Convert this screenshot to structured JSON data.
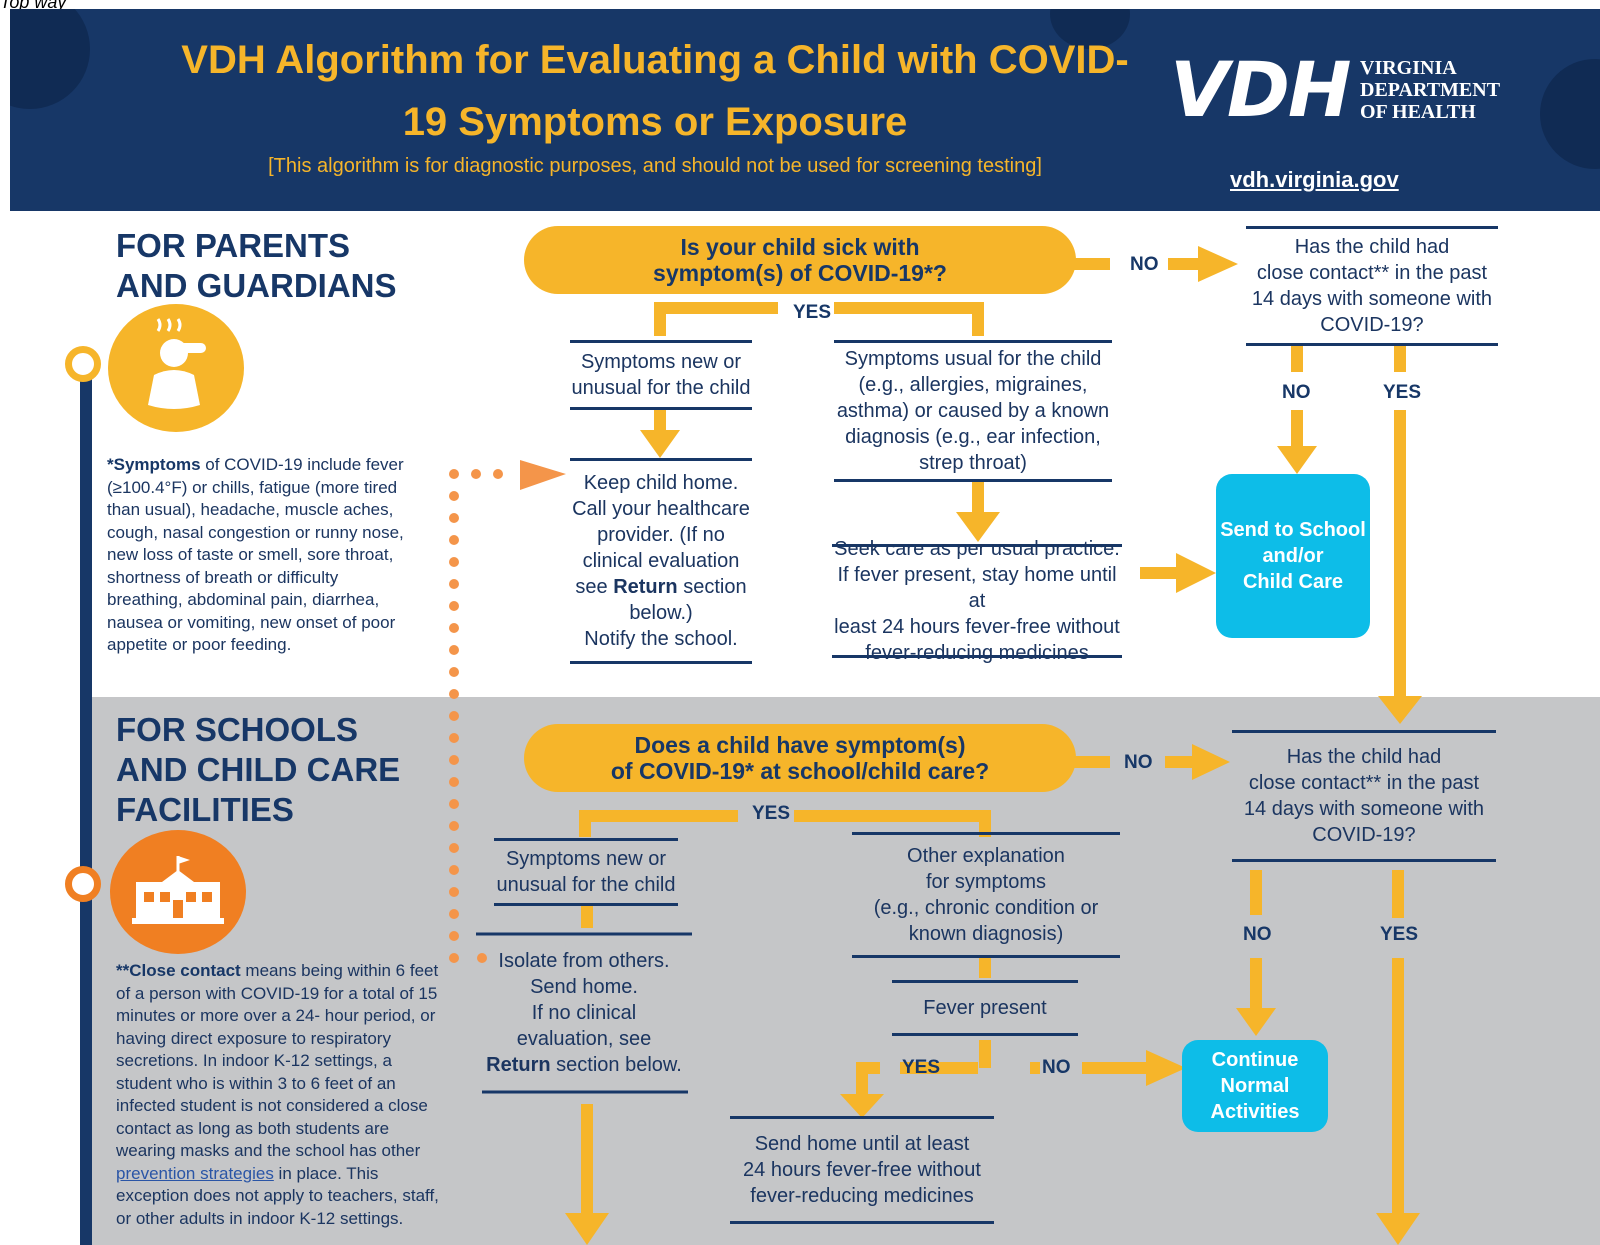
{
  "top_note": "Top way",
  "header": {
    "title": "VDH Algorithm for Evaluating a Child with COVID-19 Symptoms or Exposure",
    "subtitle": "[This algorithm is for diagnostic purposes, and should not be used for screening testing]",
    "logo_letters": "VDH",
    "logo_text": "VIRGINIA\nDEPARTMENT\nOF HEALTH",
    "url": "vdh.virginia.gov"
  },
  "parents": {
    "title": "FOR PARENTS\nAND GUARDIANS",
    "icon": "sick-child-icon",
    "symptoms_term": "*Symptoms",
    "symptoms_text": " of COVID-19 include fever (≥100.4°F) or chills, fatigue (more tired than usual), headache, muscle aches, cough, nasal congestion or runny nose, new loss of taste or smell, sore throat, shortness of breath or difficulty breathing, abdominal pain, diarrhea, nausea or vomiting, new onset of poor appetite or poor feeding.",
    "question": "Is your child sick with\nsymptom(s) of COVID-19*?",
    "yes": "YES",
    "no": "NO",
    "new_symptoms": "Symptoms new or\nunusual for the child",
    "usual_symptoms": "Symptoms usual for the child\n(e.g., allergies, migraines,\nasthma) or caused by a known\ndiagnosis (e.g., ear infection,\nstrep throat)",
    "keep_home_1": "Keep child home.\nCall your healthcare\nprovider. (If no\nclinical evaluation\nsee ",
    "keep_home_bold": "Return",
    "keep_home_2": " section\nbelow.)\nNotify the school.",
    "seek_care": "Seek care as per usual practice.\nIf fever present, stay home until at\nleast 24 hours fever-free without\nfever-reducing medicines",
    "close_contact_q": "Has the child had\nclose contact** in the past\n14 days with someone with\nCOVID-19?",
    "cc_no": "NO",
    "cc_yes": "YES",
    "send_to_school": "Send to School\nand/or\nChild Care"
  },
  "schools": {
    "title": "FOR SCHOOLS\nAND CHILD CARE\nFACILITIES",
    "icon": "school-building-icon",
    "close_term": "**Close contact",
    "close_text_1": " means being within 6 feet of a person with COVID-19 for a total of 15 minutes or more over a 24- hour period, or having direct exposure to respiratory secretions.  In indoor K-12 settings, a student who is within 3 to 6 feet of an infected student is not considered a close contact as long as both students are wearing masks and the school has other ",
    "close_link": "prevention strategies",
    "close_text_2": " in place. This exception does not apply to teachers, staff, or other adults in indoor K-12 settings.",
    "question": "Does a child have symptom(s)\nof COVID-19* at school/child care?",
    "yes": "YES",
    "no": "NO",
    "new_symptoms": "Symptoms new or\nunusual for the child",
    "other_explanation": "Other explanation\nfor symptoms\n(e.g., chronic condition or\nknown diagnosis)",
    "isolate_1": "Isolate from others.\nSend home.\nIf no clinical\nevaluation, see\n",
    "isolate_bold": "Return",
    "isolate_2": " section below.",
    "fever_present": "Fever present",
    "fever_yes": "YES",
    "fever_no": "NO",
    "send_home": "Send home until at least\n24 hours fever-free without\nfever-reducing medicines",
    "close_contact_q": "Has the child had\nclose contact** in the past\n14 days with someone with\nCOVID-19?",
    "cc_no": "NO",
    "cc_yes": "YES",
    "continue": "Continue\nNormal\nActivities"
  },
  "colors": {
    "navy": "#173767",
    "yellow": "#f6b52a",
    "orange": "#f07f22",
    "cyan": "#0dbde8",
    "gray": "#c5c6c8"
  }
}
